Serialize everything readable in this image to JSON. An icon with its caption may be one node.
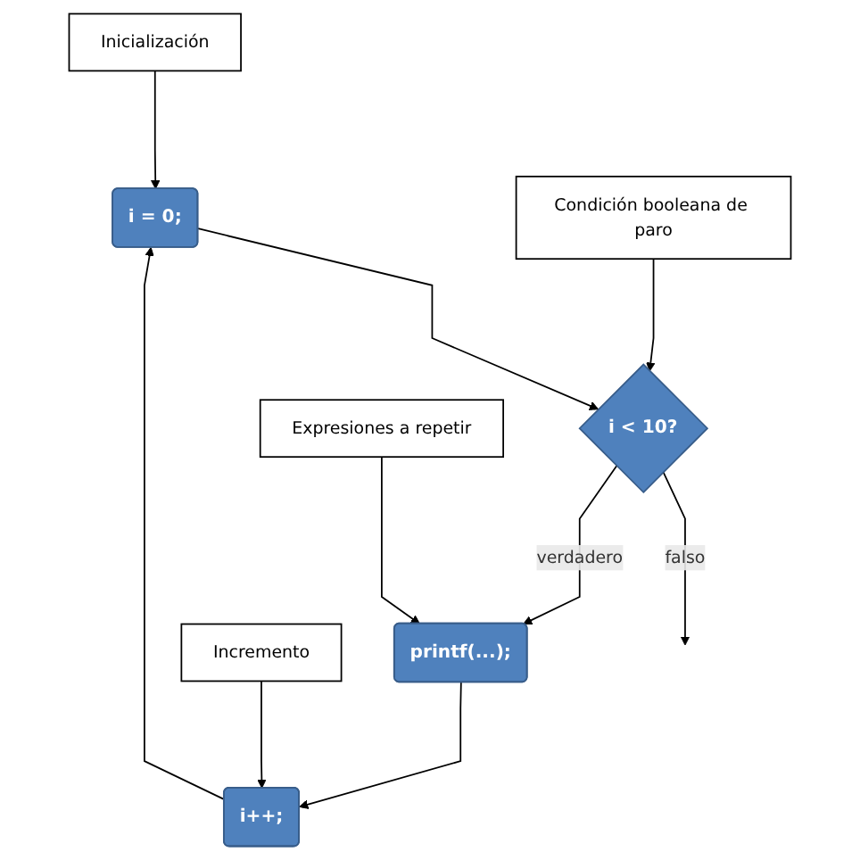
{
  "diagram": {
    "nodes": [
      {
        "text": [
          "Inicialización"
        ]
      },
      {
        "text": [
          "i = 0;"
        ]
      },
      {
        "text": [
          "Condición booleana de paro"
        ]
      },
      {
        "text": [
          "i < 10?"
        ]
      },
      {
        "text": [
          "Expresiones a repetir"
        ]
      },
      {
        "text": [
          "printf(...);"
        ]
      },
      {
        "text": [
          "Incremento"
        ]
      },
      {
        "text": [
          "i++;"
        ]
      }
    ],
    "edges": [
      {
        "from": 0,
        "to": 1,
        "arrow": "to"
      },
      {
        "from": 1,
        "to": 3,
        "arrow": "to"
      },
      {
        "from": 2,
        "to": 3,
        "arrow": "to"
      },
      {
        "from": 3,
        "to": null,
        "arrow": "to",
        "label": "falso"
      },
      {
        "from": 3,
        "to": 5,
        "arrow": "to",
        "label": "verdadero"
      },
      {
        "from": 4,
        "to": 5,
        "arrow": "to"
      },
      {
        "from": 5,
        "to": 7,
        "arrow": "to"
      },
      {
        "from": 6,
        "to": 7,
        "arrow": "to"
      },
      {
        "from": 7,
        "to": 1,
        "arrow": "to"
      }
    ]
  }
}
